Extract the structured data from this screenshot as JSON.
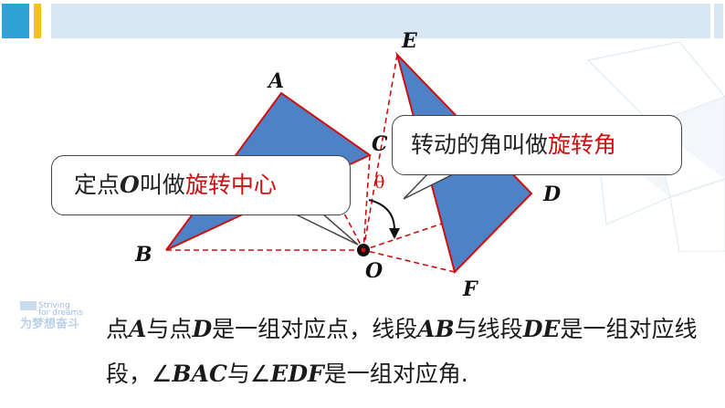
{
  "header": {
    "accent_blue": "#2fa3d6",
    "accent_yellow": "#f3c21a",
    "bar_color": "#d6e6f3"
  },
  "figure": {
    "triangle_color": "#4f81c7",
    "line_color": "#cc1010",
    "labels": {
      "A": "A",
      "B": "B",
      "C": "C",
      "D": "D",
      "E": "E",
      "F": "F",
      "O": "O",
      "theta": "θ"
    }
  },
  "callout_center": {
    "prefix": "定点",
    "var": "O",
    "mid": "叫做",
    "highlight": "旋转中心"
  },
  "callout_angle": {
    "prefix": "转动的角叫做",
    "highlight": "旋转角"
  },
  "logo": {
    "text": "为梦想奋斗",
    "small_line1": "Striving",
    "small_line2": "for dreams"
  },
  "body": {
    "t1": "点",
    "v1": "A",
    "t2": "与点",
    "v2": "D",
    "t3": "是一组对应点，线段",
    "v3": "AB",
    "t4": "与线段",
    "v4": "DE",
    "t5": "是一组对应线段，∠",
    "v5": "BAC",
    "t6": "与∠",
    "v6": "EDF",
    "t7": "是一组对应角."
  }
}
